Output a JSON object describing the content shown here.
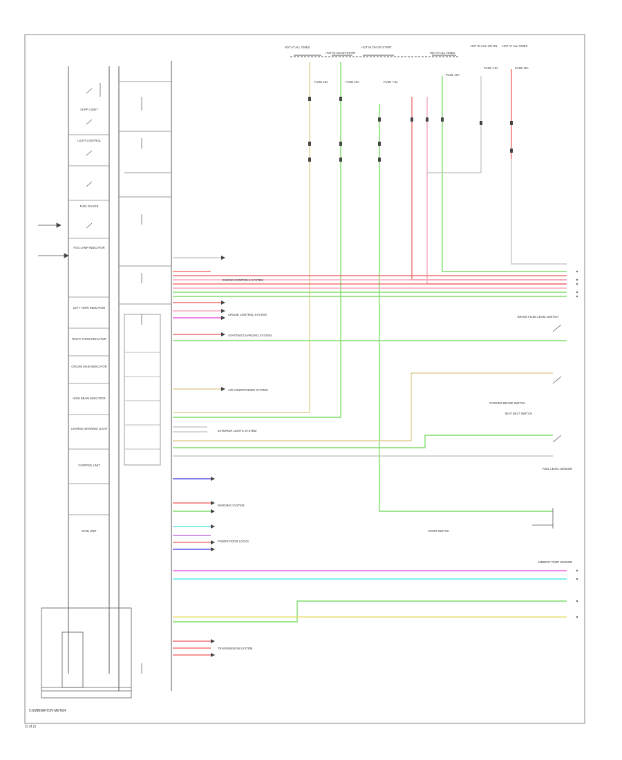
{
  "colors": {
    "frame": "#9a9a9a",
    "ink": "#333333",
    "tan": "#e2cf95",
    "green": "#7dde6a",
    "red": "#f07070",
    "pink": "#f6a8b8",
    "magenta": "#ee5ce0",
    "cyan": "#58e8e8",
    "blue": "#5a5ae8",
    "yellow": "#e8e070",
    "violet": "#c070e0",
    "gray": "#c8c8c8"
  },
  "diagram": {
    "title": "COMBINATION METER",
    "page": "(1 of 2)",
    "meter_blocks": [
      "SUPP. LIGHT",
      "LIGHT CONTROL",
      "FUEL GAUGE",
      "FOG LAMP INDICATOR",
      "LEFT TURN INDICATOR",
      "RIGHT TURN INDICATOR",
      "CRUISE MAIN INDICATOR",
      "HIGH BEAM INDICATOR",
      "CHARGE WARNING LIGHT",
      "CONTROL UNIT",
      "MAIN UNIT"
    ],
    "power_sources": [
      "HOT AT ALL TIMES",
      "HOT IN ON OR START",
      "HOT IN ON OR START",
      "HOT AT ALL TIMES",
      "HOT IN ACC OR ON",
      "HOT AT ALL TIMES"
    ],
    "fuses": [
      "FUSE 10A",
      "FUSE 10A",
      "FUSE 7.5A",
      "FUSE 10A",
      "FUSE 7.5A",
      "FUSE 15A"
    ],
    "system_labels": [
      "ENGINE CONTROLS SYSTEM",
      "CRUISE CONTROL SYSTEM",
      "STARTING/CHARGING SYSTEM",
      "AIR CONDITIONING SYSTEM",
      "EXTERIOR LIGHTS SYSTEM",
      "WARNING SYSTEM",
      "POWER DOOR LOCKS",
      "TRANSMISSION SYSTEM"
    ],
    "right_devices": [
      "FUEL LEVEL SENSOR",
      "BRAKE FLUID LEVEL SWITCH",
      "PARKING BRAKE SWITCH",
      "SEAT BELT SWITCH",
      "DOOR SWITCH",
      "AMBIENT TEMP SENSOR"
    ]
  }
}
